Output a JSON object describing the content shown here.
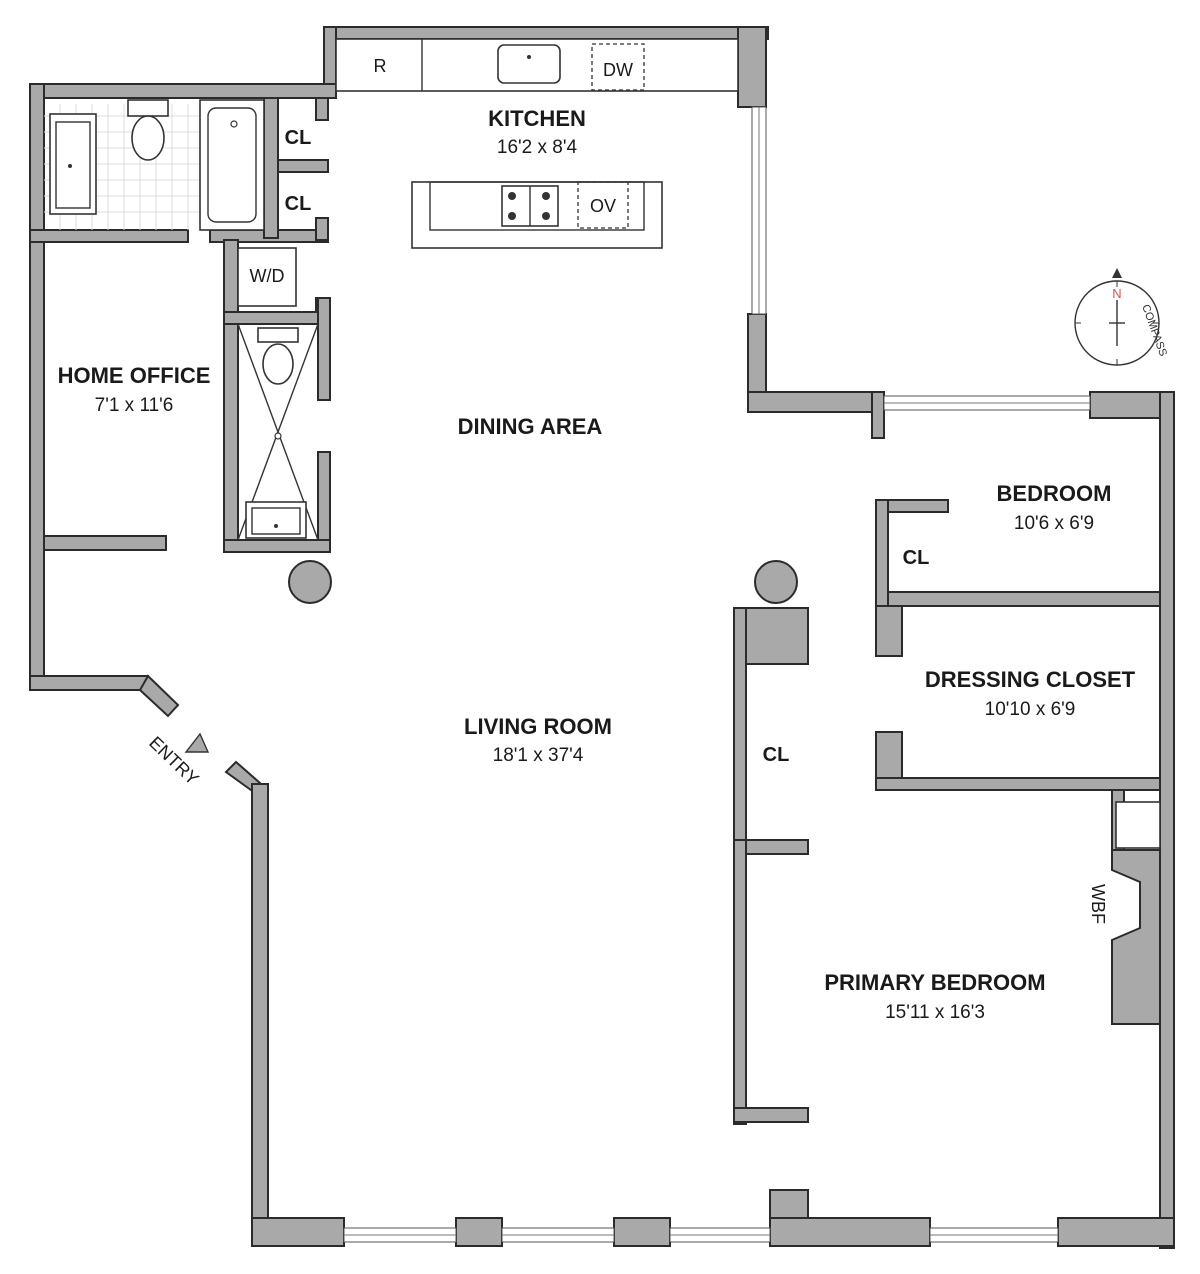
{
  "rooms": {
    "kitchen": {
      "name": "KITCHEN",
      "dims": "16'2 x 8'4"
    },
    "home_office": {
      "name": "HOME OFFICE",
      "dims": "7'1 x 11'6"
    },
    "dining": {
      "name": "DINING AREA"
    },
    "living": {
      "name": "LIVING ROOM",
      "dims": "18'1 x 37'4"
    },
    "bedroom": {
      "name": "BEDROOM",
      "dims": "10'6 x 6'9"
    },
    "dressing": {
      "name": "DRESSING CLOSET",
      "dims": "10'10 x 6'9"
    },
    "primary": {
      "name": "PRIMARY BEDROOM",
      "dims": "15'11 x 16'3"
    }
  },
  "labels": {
    "closet": "CL",
    "refrigerator": "R",
    "dishwasher": "DW",
    "oven": "OV",
    "washer_dryer": "W/D",
    "fireplace": "WBF",
    "entry": "ENTRY",
    "compass": "COMPASS",
    "north": "N"
  },
  "colors": {
    "wall": "#a9a9a9",
    "north": "#d9534f"
  }
}
